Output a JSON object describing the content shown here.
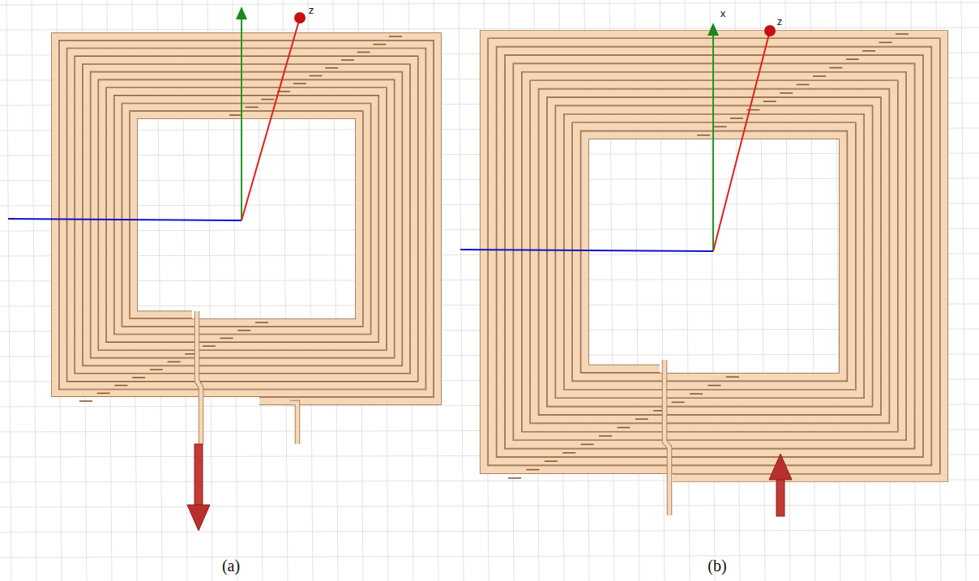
{
  "diagram": {
    "labels": [
      "z",
      "x",
      "z",
      "(a)",
      "(b)"
    ]
  }
}
